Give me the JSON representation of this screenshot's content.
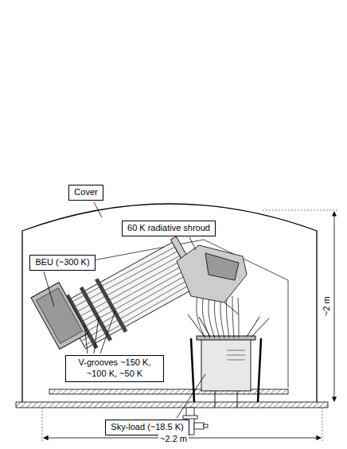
{
  "diagram": {
    "nodes": [
      {
        "text": [
          "Cover"
        ]
      },
      {
        "text": [
          "60 K radiative shroud"
        ]
      },
      {
        "text": [
          "BEU (~300 K)"
        ]
      },
      {
        "text": [
          "V-grooves ~150 K, ~100 K, ~50 K"
        ]
      },
      {
        "text": [
          "Sky-load (~18.5 K)"
        ]
      }
    ],
    "labels": [
      "~2 m",
      "~2.2 m"
    ]
  }
}
